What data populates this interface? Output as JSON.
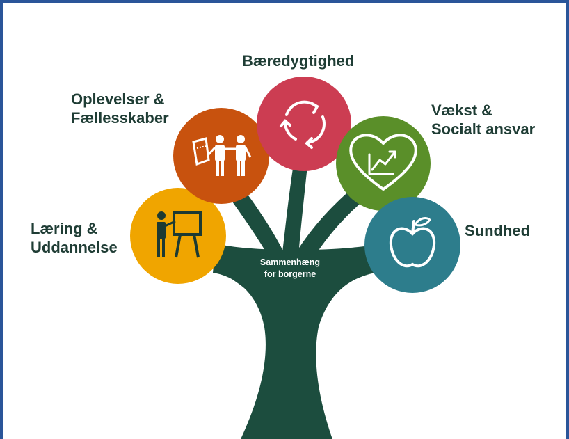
{
  "trunk_caption": [
    "Sammenhæng",
    "for borgerne"
  ],
  "branches": [
    {
      "key": "learning",
      "label": [
        "Læring &",
        "Uddannelse"
      ],
      "color": "#f0a500",
      "icon": "teacher-board-icon"
    },
    {
      "key": "experiences",
      "label": [
        "Oplevelser &",
        "Fællesskaber"
      ],
      "color": "#c8520e",
      "icon": "people-ticket-icon"
    },
    {
      "key": "sustainability",
      "label": [
        "Bæredygtighed"
      ],
      "color": "#cc3d52",
      "icon": "recycle-arrows-icon"
    },
    {
      "key": "growth",
      "label": [
        "Vækst &",
        "Socialt ansvar"
      ],
      "color": "#5a8f29",
      "icon": "heart-growth-icon"
    },
    {
      "key": "health",
      "label": [
        "Sundhed"
      ],
      "color": "#2d7d8c",
      "icon": "apple-icon"
    }
  ],
  "colors": {
    "tree": "#1c4d3e",
    "frame": "#2a5599",
    "label_text": "#1f3d35"
  }
}
